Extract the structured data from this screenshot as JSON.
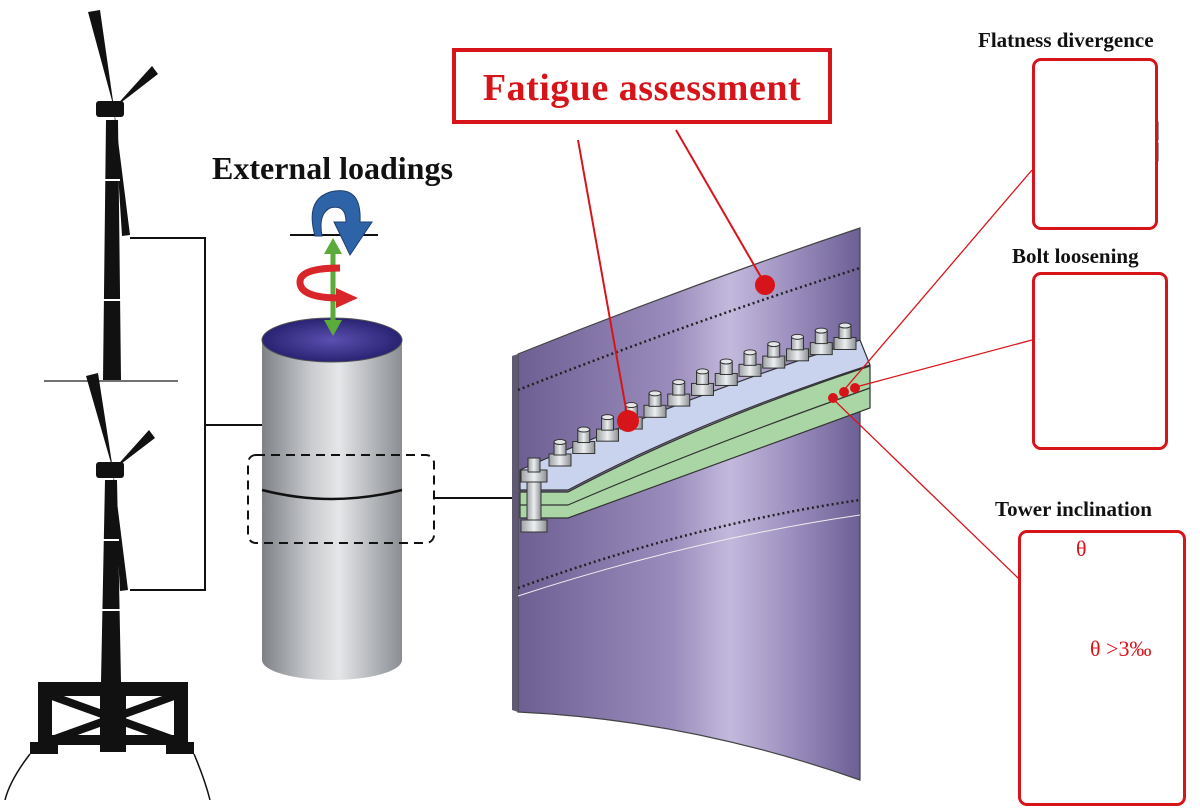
{
  "labels": {
    "external_loadings": "External loadings",
    "fatigue_assessment": "Fatigue assessment",
    "flatness_divergence": "Flatness divergence",
    "bolt_loosening": "Bolt loosening",
    "tower_inclination": "Tower inclination",
    "theta_top": "θ",
    "theta_limit": "θ >3‰"
  },
  "colors": {
    "accent_red": "#d8141b",
    "tower_black": "#111111",
    "shell_purple": "#8a7aa8",
    "flange_green": "#a9d6a4",
    "flange_blue": "#c9d3ee",
    "cylinder_grey": "#a7aaae",
    "moment_arrow_blue": "#2f63a8",
    "torsion_arrow_red": "#d8262a",
    "axial_arrow_green": "#5aab3a"
  }
}
